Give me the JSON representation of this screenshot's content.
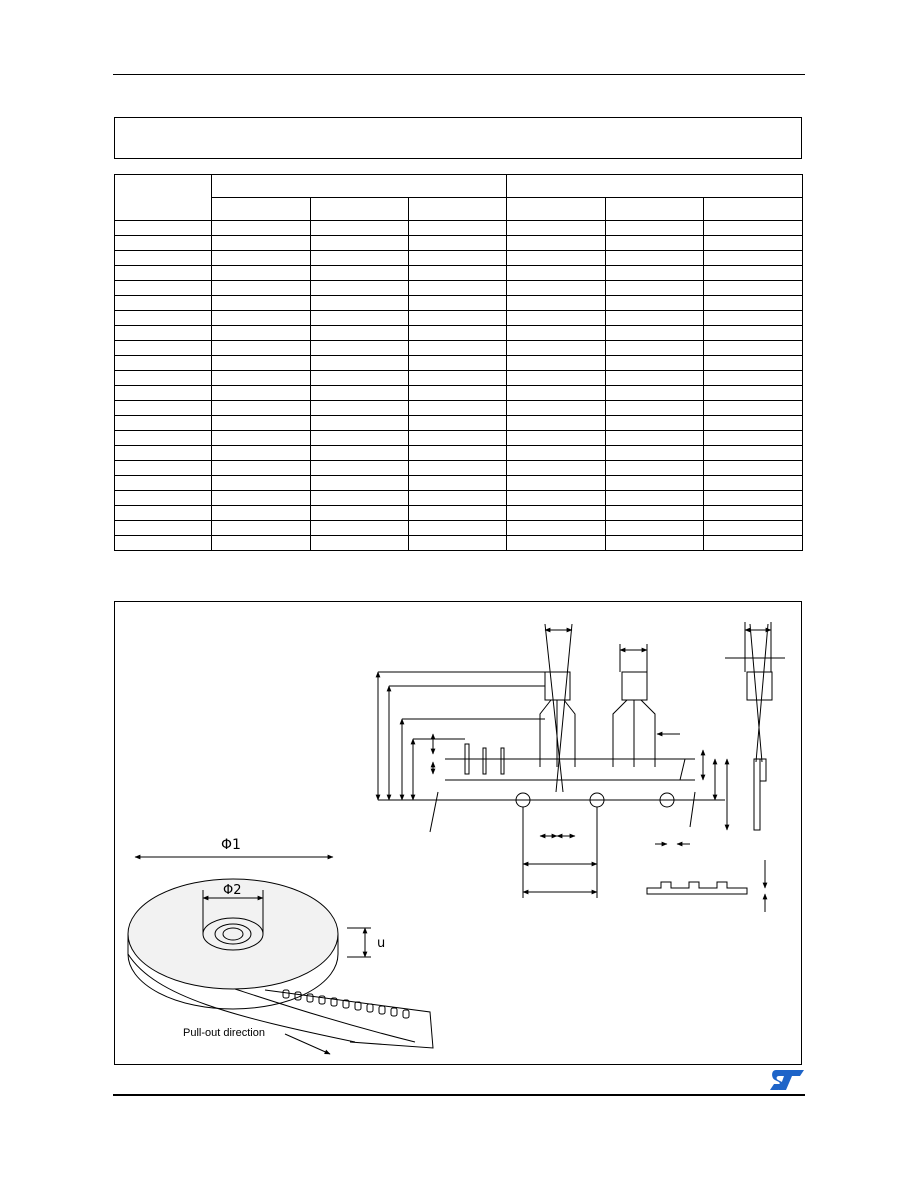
{
  "page": {
    "title_box_text": "",
    "table": {
      "rows": 22,
      "columns": 7
    }
  },
  "figure": {
    "reel_labels": {
      "phi1": "Φ1",
      "phi2": "Φ2",
      "u": "u",
      "pull_out": "Pull-out direction"
    }
  },
  "footer": {
    "logo_alt": "ST logo",
    "logo_color": "#1e64c8"
  }
}
